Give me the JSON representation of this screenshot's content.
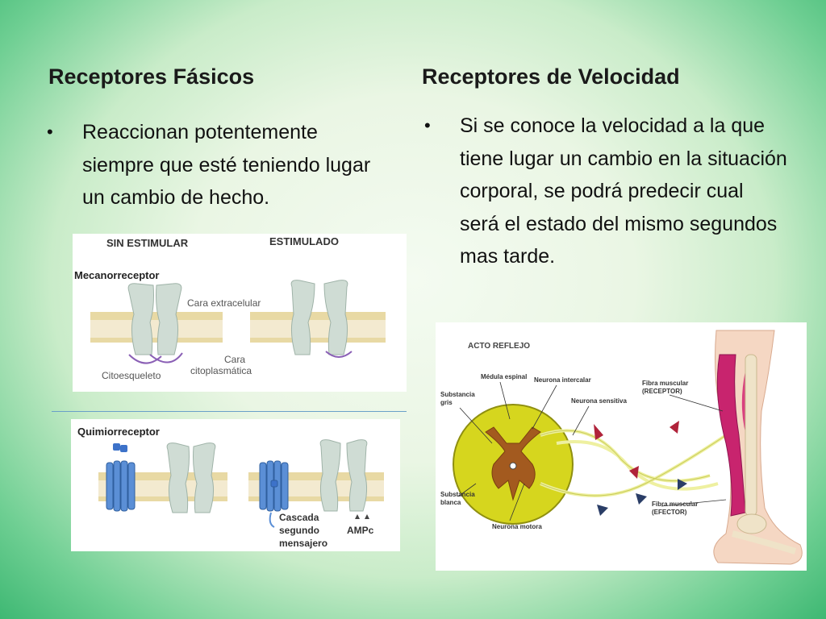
{
  "left": {
    "heading": "Receptores Fásicos",
    "bullet": "Reaccionan potentemente siempre que esté teniendo lugar un cambio de hecho."
  },
  "right": {
    "heading": "Receptores de Velocidad",
    "bullet": "Si se conoce la velocidad a la que tiene lugar un cambio en la situación corporal, se podrá predecir cual será el estado del mismo segundos mas tarde."
  },
  "mech_diagram": {
    "label_left": "SIN ESTIMULAR",
    "label_right": "ESTIMULADO",
    "title": "Mecanorreceptor",
    "cara_extracelular": "Cara extracelular",
    "citoesqueleto": "Citoesqueleto",
    "cara": "Cara",
    "citoplasmatica": "citoplasmática"
  },
  "chem_diagram": {
    "title": "Quimiorreceptor",
    "cascada": "Cascada",
    "segundo": "segundo",
    "mensajero": "mensajero",
    "ampc": "AMPc"
  },
  "reflex_diagram": {
    "title": "ACTO REFLEJO",
    "medula": "Médula espinal",
    "neurona_intercalar": "Neurona intercalar",
    "neurona_sensitiva": "Neurona sensitiva",
    "sustancia_gris_1": "Substancia",
    "sustancia_gris_2": "gris",
    "sustancia_blanca_1": "Substancia",
    "sustancia_blanca_2": "blanca",
    "neurona_motora": "Neurona motora",
    "fibra_receptor_1": "Fibra muscular",
    "fibra_receptor_2": "(RECEPTOR)",
    "fibra_efector_1": "Fibra muscular",
    "fibra_efector_2": "(EFECTOR)"
  },
  "colors": {
    "membrane": "#ede0b4",
    "channel": "#cfdcd4",
    "receptor_blue": "#5b8fd6",
    "cord": "#d6d61e",
    "muscle": "#c8246e"
  }
}
